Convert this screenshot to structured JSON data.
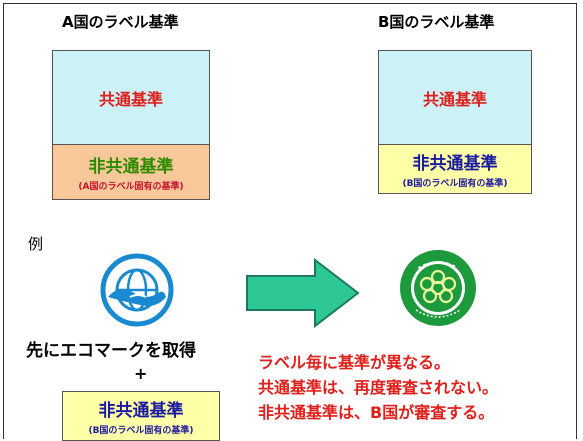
{
  "left": {
    "title": "A国のラベル基準",
    "common": "共通基準",
    "noncommon": "非共通基準",
    "noncommon_sub": "(A国のラベル固有の基準)"
  },
  "right": {
    "title": "B国のラベル基準",
    "common": "共通基準",
    "noncommon": "非共通基準",
    "noncommon_sub": "(B国のラベル固有の基準)"
  },
  "example_label": "例",
  "eco_text": "先にエコマークを取得",
  "plus": "+",
  "bottom_box": {
    "noncommon": "非共通基準",
    "noncommon_sub": "(B国のラベル固有の基準)"
  },
  "notes": [
    "ラベル毎に基準が異なる。",
    "共通基準は、再度審査されない。",
    "非共通基準は、B国が審査する。"
  ],
  "colors": {
    "common_fill": "#ccf2f8",
    "noncommon_a_fill": "#f8c89a",
    "noncommon_b_fill": "#ffffa8",
    "arrow_fill": "#2ec896",
    "accent_red": "#e0201c"
  },
  "icons": [
    "ecomark-icon",
    "china-environmental-label-icon",
    "right-arrow-icon"
  ]
}
